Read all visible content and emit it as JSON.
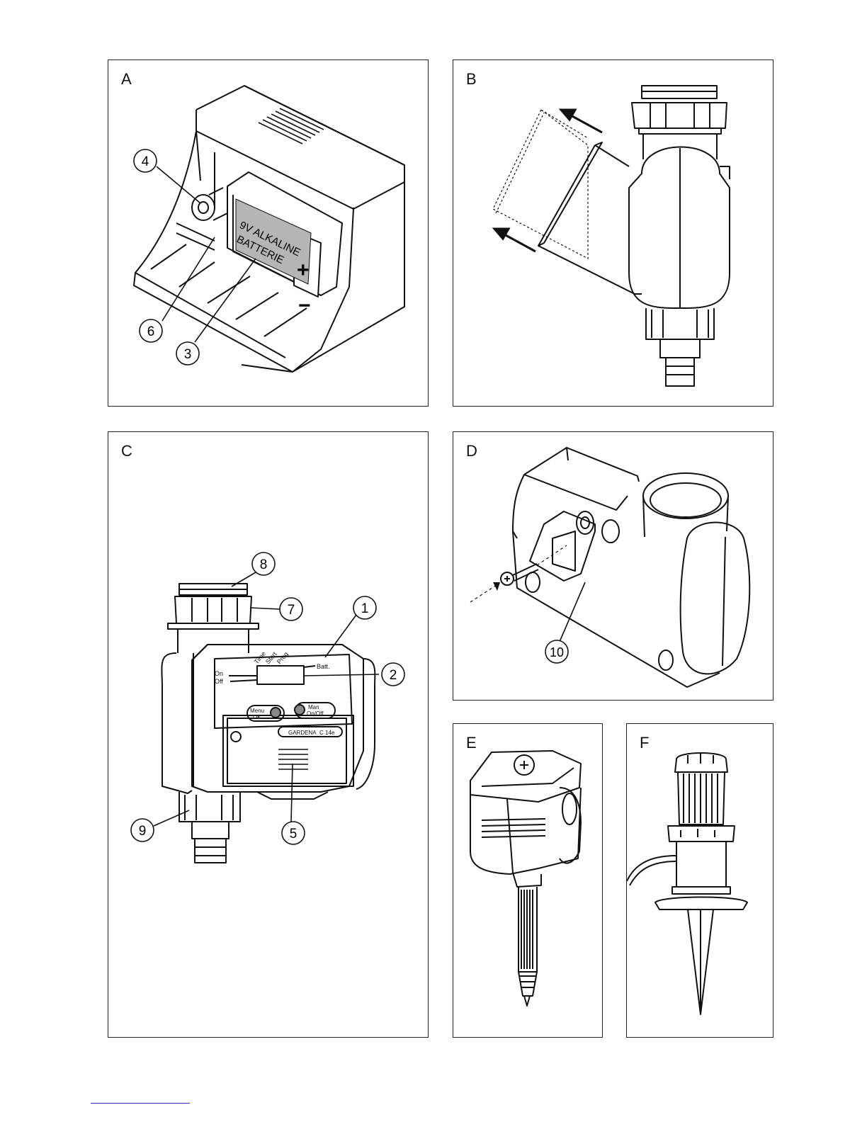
{
  "panels": {
    "a": {
      "letter": "A",
      "battery_line1": "9V ALKALINE",
      "battery_line2": "BATTERIE",
      "plus": "+",
      "minus": "−",
      "callouts": [
        "4",
        "6",
        "3"
      ]
    },
    "b": {
      "letter": "B"
    },
    "c": {
      "letter": "C",
      "callouts": [
        "8",
        "7",
        "1",
        "2",
        "9",
        "5"
      ],
      "display_labels": {
        "time": "Time",
        "start": "Start",
        "prog": "Prog",
        "batt": "Batt.",
        "on": "On",
        "off": "Off"
      },
      "button_left": {
        "line1": "Menu",
        "line2": "OK"
      },
      "button_right": {
        "line1": "Man",
        "line2": "On/Off"
      },
      "brand": "GARDENA",
      "model": "C 14e"
    },
    "d": {
      "letter": "D",
      "callouts": [
        "10"
      ]
    },
    "e": {
      "letter": "E"
    },
    "f": {
      "letter": "F"
    }
  }
}
